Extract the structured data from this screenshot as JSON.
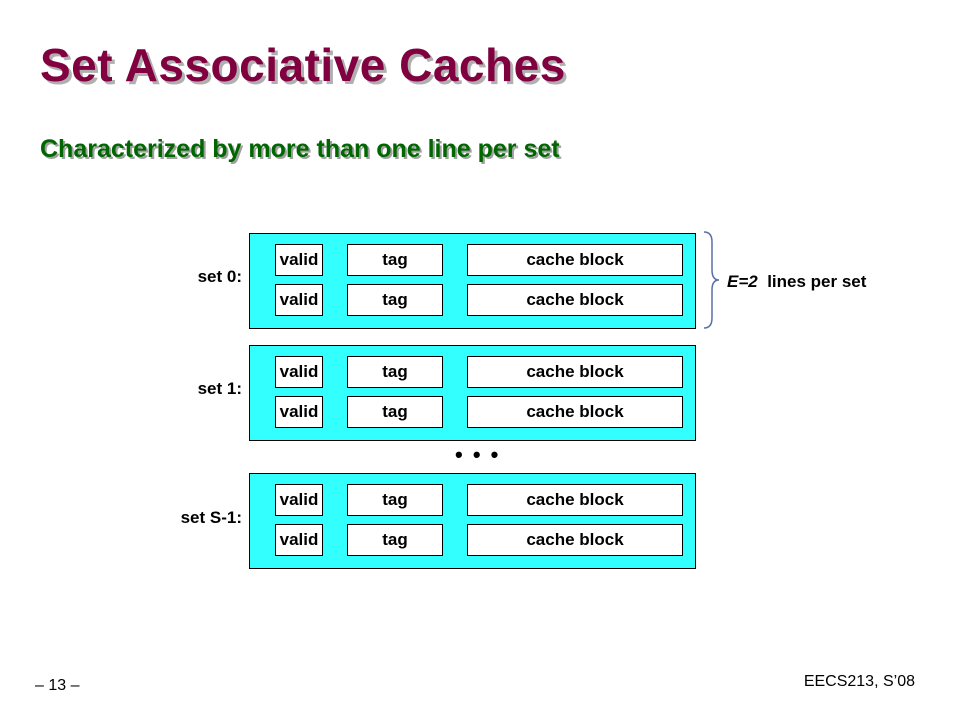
{
  "title": "Set Associative Caches",
  "subtitle": "Characterized by more than one line per set",
  "sets": [
    {
      "label": "set 0:",
      "lines": [
        {
          "valid": "valid",
          "tag": "tag",
          "block": "cache block"
        },
        {
          "valid": "valid",
          "tag": "tag",
          "block": "cache block"
        }
      ]
    },
    {
      "label": "set 1:",
      "lines": [
        {
          "valid": "valid",
          "tag": "tag",
          "block": "cache block"
        },
        {
          "valid": "valid",
          "tag": "tag",
          "block": "cache block"
        }
      ]
    },
    {
      "label": "set S-1:",
      "lines": [
        {
          "valid": "valid",
          "tag": "tag",
          "block": "cache block"
        },
        {
          "valid": "valid",
          "tag": "tag",
          "block": "cache block"
        }
      ]
    }
  ],
  "ellipsis": "• • •",
  "annotation": {
    "e_value": "E=2",
    "e_text": "lines per set"
  },
  "footer": {
    "page": "– 13 –",
    "course": "EECS213, S’08"
  },
  "colors": {
    "title": "#800040",
    "subtitle": "#006600",
    "set_fill": "#33ffff",
    "cell_fill": "#ffffff"
  }
}
